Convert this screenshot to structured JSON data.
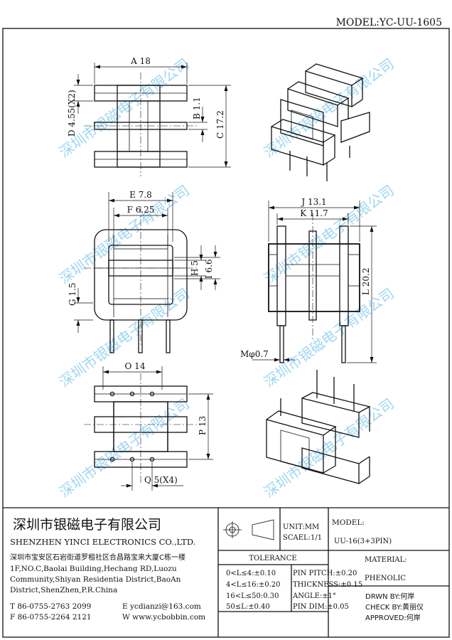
{
  "header": {
    "model_label": "MODEL:YC-UU-1605"
  },
  "dimensions": {
    "a": "A 18",
    "b": "B 1.1",
    "c": "C 17.2",
    "d": "D 4.55(X2)",
    "e": "E 7.8",
    "f": "F 6.25",
    "g": "G 1.5",
    "h": "H 5",
    "i": "I 6.6",
    "j": "J 13.1",
    "k": "K 11.7",
    "l": "L 20.2",
    "m": "Mφ0.7",
    "o": "O 14",
    "p": "P 13",
    "q": "Q 5(X4)"
  },
  "watermark": "深圳市银磁电子有限公司",
  "title_block": {
    "company_cn": "深圳市银磁电子有限公司",
    "company_en": "SHENZHEN YINCI ELECTRONICS CO.,LTD.",
    "address_cn": "深圳市宝安区石岩街道罗租社区合昌路宝来大厦C栋一楼",
    "address_en": [
      "1F,NO.C,Baolai Building,Hechang RD,Luozu",
      "Community,Shiyan Residentia District,BaoAn",
      "District,ShenZhen,P.R.China"
    ],
    "tel": "T 86-0755-2763 2099",
    "fax": "F 86-0755-2264 2121",
    "email": "E ycdianzi@163.com",
    "web": "W www.ycbobbin.com",
    "unit": "UNIT:MM",
    "scale": "SCAEL:1/1",
    "model_heading": "MODEL:",
    "model_value": "UU-16(3+3PIN)",
    "tolerance_heading": "TOLERANCE",
    "tolerance_left": [
      "0<L≤4:±0.10",
      "4<L≤16:±0.20",
      "16<L≤50:0.30",
      "50≤L:±0.40"
    ],
    "tolerance_right": [
      "PIN PITCH:±0.20",
      "THICKNESS:±0.15",
      "ANGLE:±1°",
      "PIN DIM:±0.05"
    ],
    "material_heading": "MATERIAL:",
    "material_value": "PHENOLIC",
    "drawn_by": "DRWN BY:何岸",
    "check_by": "CHECK BY:黄丽仪",
    "approved": "APPROVED:何岸"
  }
}
